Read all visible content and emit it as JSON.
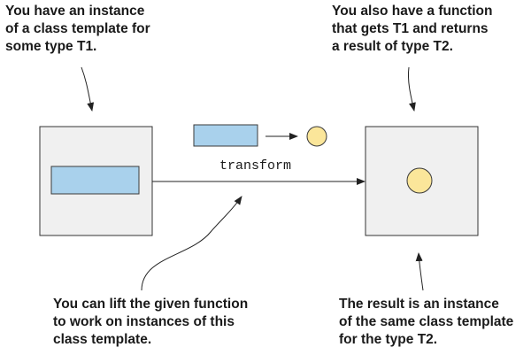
{
  "callouts": {
    "top_left": [
      "You have an instance",
      "of a class template for",
      "some type T1."
    ],
    "top_right": [
      "You also have a function",
      "that gets T1 and returns",
      "a result of type T2."
    ],
    "bottom_left": [
      "You can lift the given function",
      "to work on instances of this",
      "class template."
    ],
    "bottom_right": [
      "The result is an instance",
      "of the same class template",
      "for the type T2."
    ]
  },
  "transform_label": "transform",
  "colors": {
    "box_fill": "#f0f0f0",
    "box_stroke": "#333333",
    "t1_fill": "#a9d1ec",
    "t1_stroke": "#3a3a3a",
    "t2_fill": "#fbe69a",
    "t2_stroke": "#3a3a3a",
    "line": "#222222"
  }
}
